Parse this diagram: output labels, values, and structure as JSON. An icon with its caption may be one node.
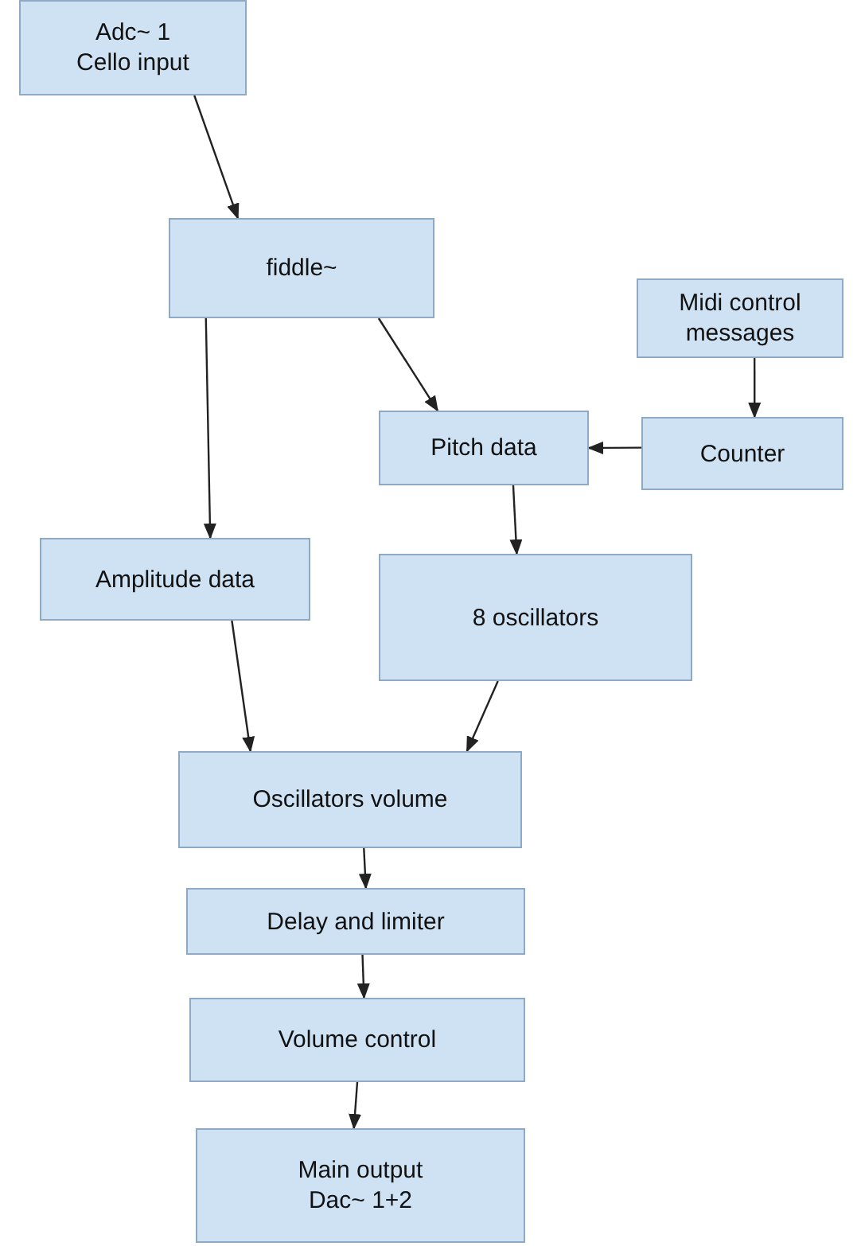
{
  "diagram": {
    "nodes": [
      {
        "text": [
          "Adc~ 1",
          "Cello input"
        ]
      },
      {
        "text": [
          "fiddle~"
        ]
      },
      {
        "text": [
          "Midi control messages"
        ]
      },
      {
        "text": [
          "Pitch data"
        ]
      },
      {
        "text": [
          "Counter"
        ]
      },
      {
        "text": [
          "Amplitude data"
        ]
      },
      {
        "text": [
          "8 oscillators"
        ]
      },
      {
        "text": [
          "Oscillators volume"
        ]
      },
      {
        "text": [
          "Delay and limiter"
        ]
      },
      {
        "text": [
          "Volume control"
        ]
      },
      {
        "text": [
          "Main output",
          "Dac~ 1+2"
        ]
      }
    ],
    "edges": [
      {
        "from": 0,
        "to": 1,
        "arrow": "to"
      },
      {
        "from": 1,
        "to": 3,
        "arrow": "to"
      },
      {
        "from": 1,
        "to": 5,
        "arrow": "to"
      },
      {
        "from": 2,
        "to": 4,
        "arrow": "to"
      },
      {
        "from": 4,
        "to": 3,
        "arrow": "to"
      },
      {
        "from": 3,
        "to": 6,
        "arrow": "to"
      },
      {
        "from": 5,
        "to": 7,
        "arrow": "to"
      },
      {
        "from": 6,
        "to": 7,
        "arrow": "to"
      },
      {
        "from": 7,
        "to": 8,
        "arrow": "to"
      },
      {
        "from": 8,
        "to": 9,
        "arrow": "to"
      },
      {
        "from": 9,
        "to": 10,
        "arrow": "to"
      }
    ]
  }
}
